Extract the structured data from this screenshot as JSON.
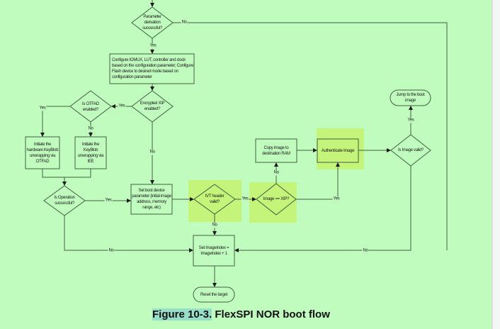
{
  "figure": {
    "number": "Figure 10-3.",
    "title": "FlexSPI NOR boot flow"
  },
  "colors": {
    "background": "#c0fcbe",
    "highlight": "#c5f47a",
    "line": "#3f5f3f",
    "caption_highlight": "#97dfc6"
  },
  "nodes": {
    "param_derivation": "Parameter derivation successful?",
    "configure": "Configure IOMUX, LUT, controller and clock based on the configuration parameter; Configure Flash device to desired mode based on configuration parameter",
    "encrypted_xip": "Encrypted XIP enabled?",
    "otfad_enabled": "Is OTFAD enabled?",
    "init_otfad": "Initiate the hardware KeyBlob unwrapping via OTFAD",
    "init_iee": "Initiate the KeyBlob unwrapping via IEE",
    "operation_successful": "Is Operation successful?",
    "set_boot_param": "Set boot device parameter (initial image address, memory range, etc)",
    "ivt_valid": "IVT header valid?",
    "image_xip": "Image == XIP?",
    "copy_image": "Copy image to destination RAM",
    "authenticate": "Authenticate Image",
    "image_valid": "Is Image valid?",
    "jump_boot": "Jump to the boot image",
    "set_index": "Set ImageIndex = ImageIndex + 1",
    "reset": "Reset the target"
  },
  "edge_labels": {
    "param_no": "No",
    "param_yes": "Yes",
    "xip_yes": "Yes",
    "xip_no": "No",
    "otfad_yes": "Yes",
    "otfad_no": "No",
    "op_yes": "Yes",
    "op_no": "No",
    "ivt_yes": "Yes",
    "ivt_no": "No",
    "imgxip_no": "No",
    "imgxip_yes": "Yes",
    "valid_yes": "Yes",
    "valid_no": "No"
  }
}
